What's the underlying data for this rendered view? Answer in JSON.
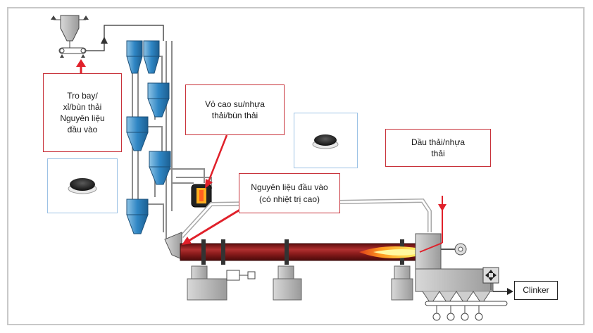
{
  "labels": {
    "input_materials": "Tro bay/\nxỉ/bùn thải\nNguyên liệu\nđầu vào",
    "rubber_plastic": "Vỏ cao su/nhựa\nthải/bùn thải",
    "high_calorific": "Nguyên liệu đầu vào\n(có nhiệt trị cao)",
    "waste_oil": "Dầu thải/nhựa\nthải",
    "clinker": "Clinker"
  },
  "colors": {
    "arrow_red": "#e0202a",
    "kiln_red": "#8a1c1c",
    "cyclone_blue": "#3a8fc8",
    "equipment_gray": "#b4b4b4",
    "label_border": "#c8323a",
    "image_border": "#9cc2e5"
  }
}
